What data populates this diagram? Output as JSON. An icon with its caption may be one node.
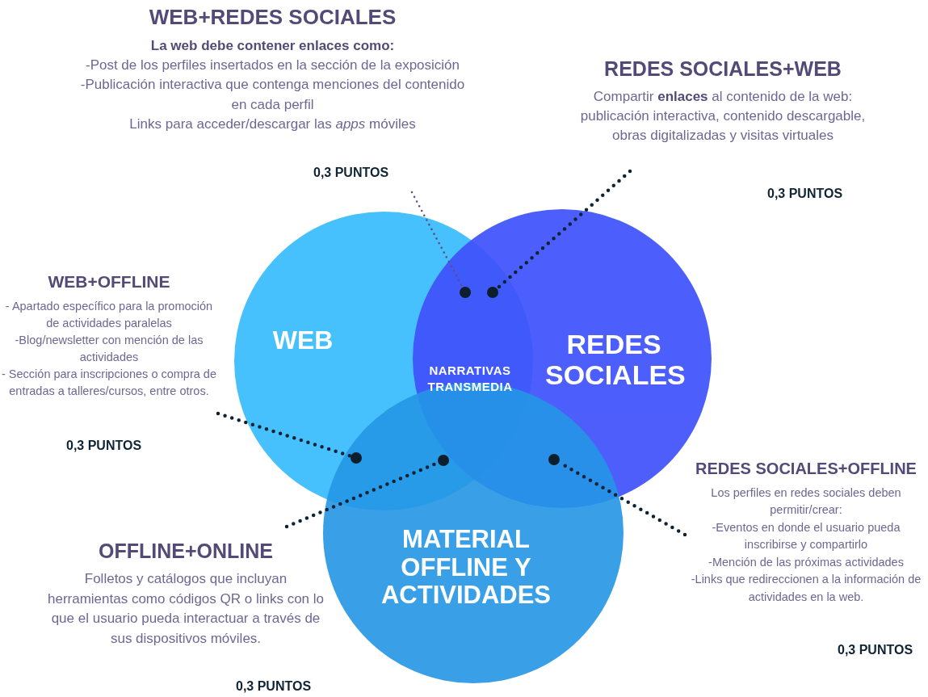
{
  "diagram": {
    "nodes": [
      {
        "text": [
          "WEB"
        ]
      },
      {
        "text": [
          "REDES SOCIALES"
        ]
      },
      {
        "text": [
          "MATERIAL OFFLINE Y ACTIVIDADES"
        ]
      },
      {
        "text": [
          "WEB+REDES SOCIALES",
          "**La web debe contener enlaces como:**",
          "-Post de los perfiles insertados en la sección de la exposición",
          "-Publicación interactiva que contenga menciones del contenido en cada perfil",
          "Links para acceder/descargar las *apps* móviles"
        ],
        "beside": [
          "0,3 PUNTOS"
        ]
      },
      {
        "text": [
          "REDES SOCIALES+WEB",
          "Compartir **enlaces** al contenido de la web: publicación interactiva, contenido descargable, obras digitalizadas y visitas virtuales"
        ],
        "beside": [
          "0,3 PUNTOS"
        ]
      },
      {
        "text": [
          "WEB+OFFLINE",
          "- Apartado específico para la promoción de actividades paralelas",
          "-Blog/newsletter con mención de las actividades",
          "- Sección para inscripciones o compra de entradas a talleres/cursos, entre otros."
        ],
        "beside": [
          "0,3 PUNTOS"
        ]
      },
      {
        "text": [
          "OFFLINE+ONLINE",
          "Folletos y catálogos que incluyan herramientas como códigos QR o links con lo que el usuario pueda interactuar a través de sus dispositivos móviles."
        ],
        "beside": [
          "0,3 PUNTOS"
        ]
      },
      {
        "text": [
          "REDES SOCIALES+OFFLINE",
          "Los perfiles en redes sociales deben permitir/crear:",
          "-Eventos en donde el usuario pueda inscribirse y compartirlo",
          "-Mención de las próximas actividades",
          "-Links que redireccionen a la información de actividades en la web."
        ],
        "beside": [
          "0,3 PUNTOS"
        ]
      },
      {
        "text": [],
        "shape": "circle"
      },
      {
        "text": [],
        "shape": "circle"
      },
      {
        "text": [],
        "shape": "circle"
      },
      {
        "text": [],
        "shape": "circle"
      },
      {
        "text": [],
        "shape": "circle"
      }
    ],
    "edges": [
      {
        "from": 3,
        "to": 8,
        "arrow": "none",
        "color": "#5b4e7c"
      },
      {
        "from": 4,
        "to": 9,
        "arrow": "none"
      },
      {
        "from": 5,
        "to": 10,
        "arrow": "none"
      },
      {
        "from": 6,
        "to": 11,
        "arrow": "none"
      },
      {
        "from": 7,
        "to": 12,
        "arrow": "none"
      }
    ],
    "labels": [
      "NARRATIVAS TRANSMEDIA"
    ]
  }
}
